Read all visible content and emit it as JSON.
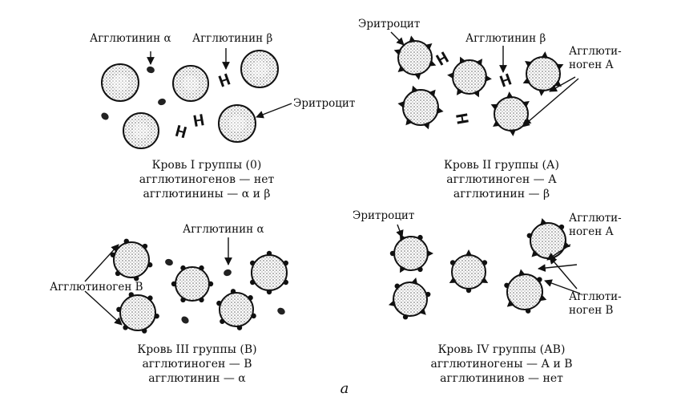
{
  "panels": {
    "p1": {
      "labels": {
        "agglutinin_alpha": "Агглютинин α",
        "agglutinin_beta": "Агглютинин β",
        "erythrocyte": "Эритроцит"
      },
      "caption": [
        "Кровь I группы (0)",
        "агглютиногенов — нет",
        "агглютинины — α и β"
      ]
    },
    "p2": {
      "labels": {
        "erythrocyte": "Эритроцит",
        "agglutinin_beta": "Агглютинин β",
        "agglutinogen_a_1": "Агглюти-",
        "agglutinogen_a_2": "ноген А"
      },
      "caption": [
        "Кровь II группы (А)",
        "агглютиноген — А",
        "агглютинин — β"
      ]
    },
    "p3": {
      "labels": {
        "agglutinin_alpha": "Агглютинин α",
        "agglutinogen_b": "Агглютиноген В"
      },
      "caption": [
        "Кровь III группы (В)",
        "агглютиноген — В",
        "агглютинин — α"
      ]
    },
    "p4": {
      "labels": {
        "erythrocyte": "Эритроцит",
        "agglutinogen_a_1": "Агглюти-",
        "agglutinogen_a_2": "ноген А",
        "agglutinogen_b_1": "Агглюти-",
        "agglutinogen_b_2": "ноген В"
      },
      "caption": [
        "Кровь IV группы (АВ)",
        "агглютиногены — А и В",
        "агглютининов — нет"
      ]
    }
  },
  "figure_letter": "а"
}
